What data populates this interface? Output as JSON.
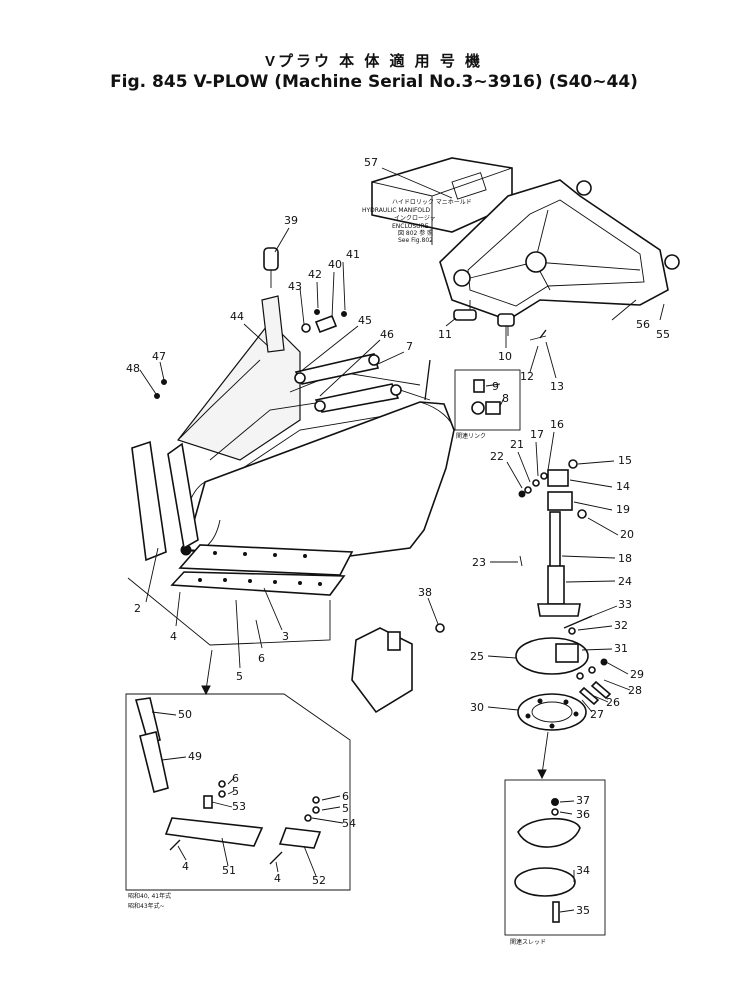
{
  "header": {
    "title_jp": "Vプラウ 本 体 適 用 号 機",
    "title_en": "Fig. 845  V-PLOW (Machine Serial No.3~3916) (S40~44)"
  },
  "notes": {
    "manifold_jp": "ハイドロリック マニホールド",
    "manifold_en": "HYDRAULIC MANIFOLD",
    "enclosure_jp": "インクロージャ",
    "enclosure_en": "ENCLOSURE",
    "see_fig_jp": "図 802 参 照",
    "see_fig_en": "See Fig.802",
    "link_label": "関連リンク",
    "serial_note_1": "昭和40, 41年式",
    "serial_note_2": "昭和43年式~",
    "thread_label": "関連スレッド"
  },
  "callouts": [
    "2",
    "3",
    "4",
    "5",
    "6",
    "7",
    "8",
    "9",
    "10",
    "11",
    "12",
    "13",
    "14",
    "15",
    "16",
    "17",
    "18",
    "19",
    "20",
    "21",
    "22",
    "23",
    "24",
    "25",
    "26",
    "27",
    "28",
    "29",
    "30",
    "31",
    "32",
    "33",
    "34",
    "35",
    "36",
    "37",
    "38",
    "39",
    "40",
    "41",
    "42",
    "43",
    "44",
    "45",
    "46",
    "47",
    "48",
    "49",
    "50",
    "51",
    "52",
    "53",
    "54",
    "55",
    "56",
    "57"
  ]
}
